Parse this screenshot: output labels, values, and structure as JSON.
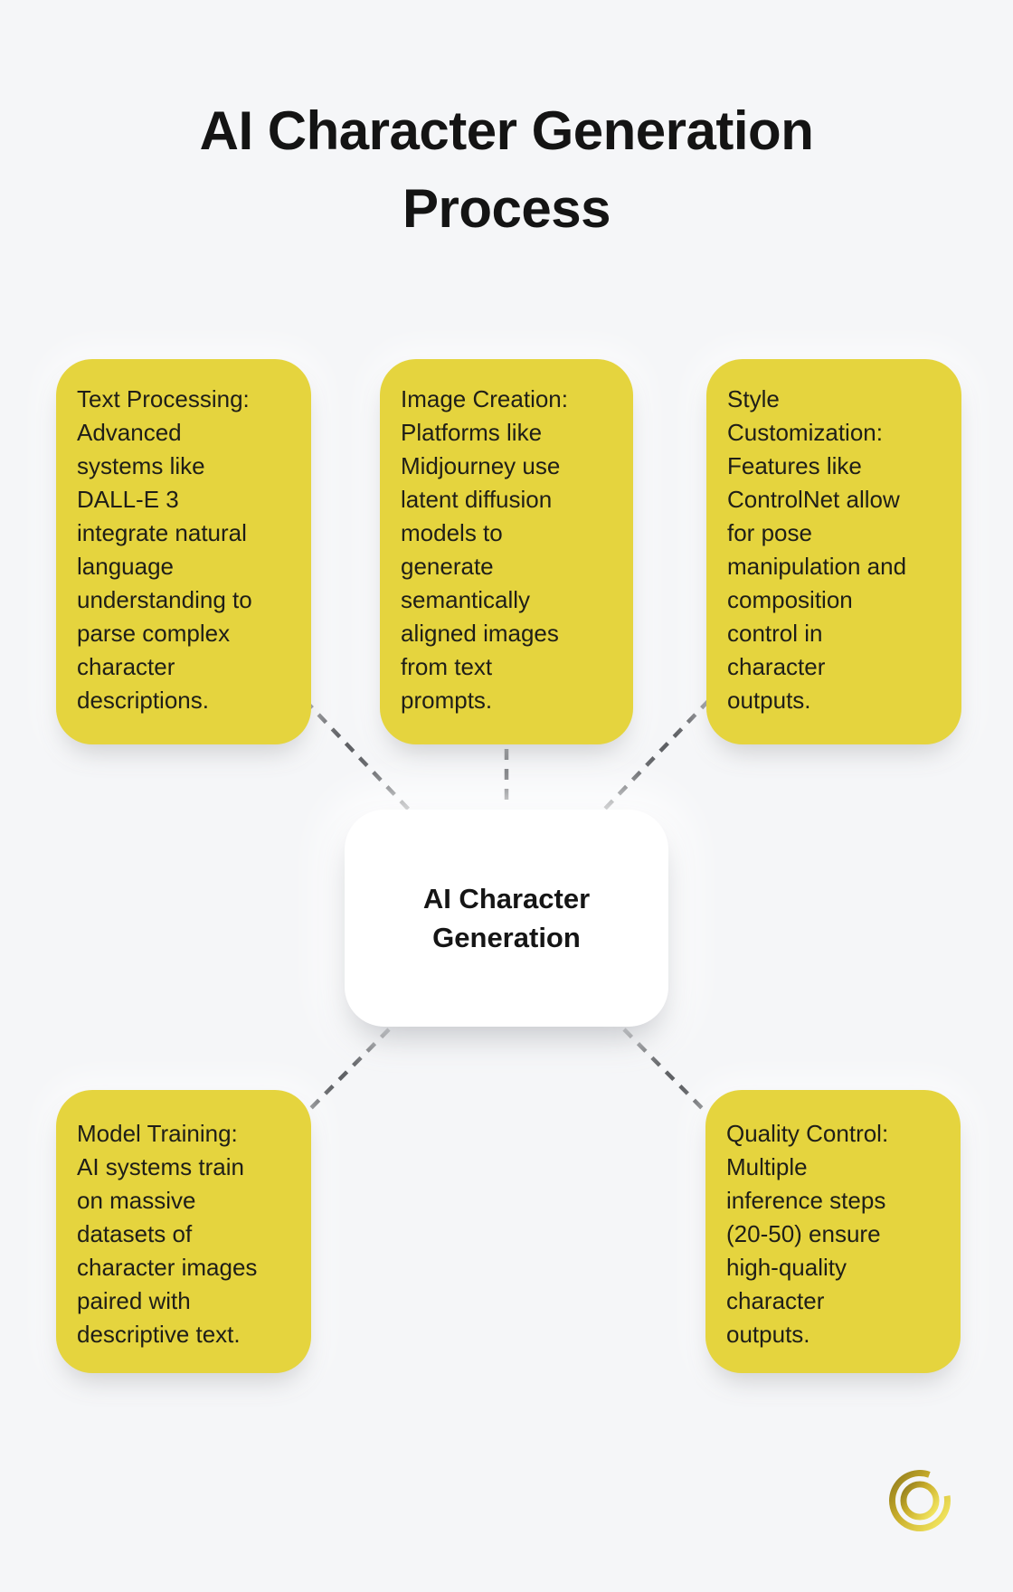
{
  "title": "AI Character Generation\nProcess",
  "center": {
    "label": "AI Character\nGeneration"
  },
  "nodes": [
    {
      "id": "text-processing",
      "text": "Text Processing:\nAdvanced\nsystems like\nDALL-E 3\nintegrate natural\nlanguage\nunderstanding to\nparse complex\ncharacter\ndescriptions."
    },
    {
      "id": "image-creation",
      "text": "Image Creation:\nPlatforms like\nMidjourney use\nlatent diffusion\nmodels to\ngenerate\nsemantically\naligned images\nfrom text\nprompts."
    },
    {
      "id": "style-customization",
      "text": "Style\nCustomization:\nFeatures like\nControlNet allow\nfor pose\nmanipulation and\ncomposition\ncontrol in\ncharacter\noutputs."
    },
    {
      "id": "model-training",
      "text": "Model Training:\nAI systems train\non massive\ndatasets of\ncharacter images\npaired with\ndescriptive text."
    },
    {
      "id": "quality-control",
      "text": "Quality Control:\nMultiple\ninference steps\n(20-50) ensure\nhigh-quality\ncharacter\noutputs."
    }
  ],
  "logo": {
    "icon": "gold-q-emblem"
  },
  "colors": {
    "background": "#f5f6f8",
    "node_fill": "#e5d43e",
    "node_text": "#1f1e18",
    "title_text": "#141414",
    "connector": "#5d5f63",
    "center_fill": "#ffffff",
    "logo_gold_dark": "#8e791c",
    "logo_gold_mid": "#c9ae2b",
    "logo_gold_light": "#f1e45e"
  }
}
